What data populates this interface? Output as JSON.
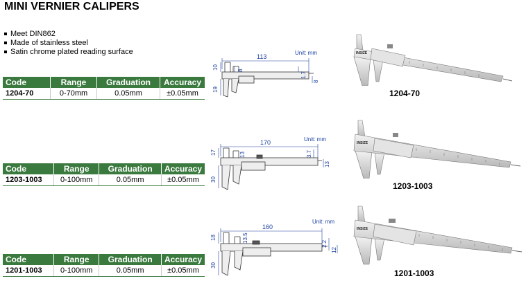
{
  "title": "MINI VERNIER CALIPERS",
  "features": [
    "Meet DIN862",
    "Made of stainless steel",
    "Satin chrome plated reading surface"
  ],
  "table_headers": [
    "Code",
    "Range",
    "Graduation",
    "Accuracy"
  ],
  "products": [
    {
      "code": "1204-70",
      "range": "0-70mm",
      "graduation": "0.05mm",
      "accuracy": "±0.05mm",
      "unit": "Unit: mm",
      "dims": {
        "length": "113",
        "d1": "10",
        "d2": "8",
        "d3": "19",
        "d4": "1.7",
        "d5": "8"
      }
    },
    {
      "code": "1203-1003",
      "range": "0-100mm",
      "graduation": "0.05mm",
      "accuracy": "±0.05mm",
      "unit": "Unit: mm",
      "dims": {
        "length": "170",
        "d1": "17",
        "d2": "13",
        "d3": "30",
        "d4": "3.7",
        "d5": "13"
      }
    },
    {
      "code": "1201-1003",
      "range": "0-100mm",
      "graduation": "0.05mm",
      "accuracy": "±0.05mm",
      "unit": "Unit: mm",
      "dims": {
        "length": "160",
        "d1": "18",
        "d2": "13.5",
        "d3": "30",
        "d4": "2.2",
        "d5": "12"
      }
    }
  ],
  "brand_mark": "INSIZE",
  "colors": {
    "header_green": "#3b7a3f",
    "dimension_blue": "#1a3f9e",
    "steel": "#d8d8d8"
  }
}
